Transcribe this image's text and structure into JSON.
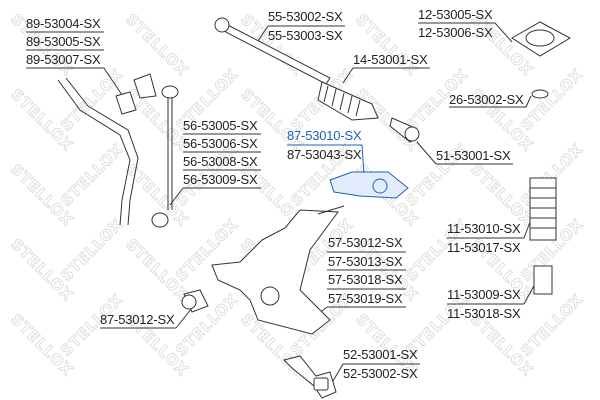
{
  "watermark": "STELLOX",
  "watermark_color": "#d8d8d8",
  "highlight_color": "#1f5fbf",
  "groups": {
    "stabilizer_bushing": [
      "89-53004-SX",
      "89-53005-SX",
      "89-53007-SX"
    ],
    "tie_rod": [
      "55-53002-SX",
      "55-53003-SX"
    ],
    "strut_mount": [
      "12-53005-SX",
      "12-53006-SX"
    ],
    "steering_boot": [
      "14-53001-SX"
    ],
    "bearing": [
      "26-53002-SX"
    ],
    "stabilizer_link": [
      "56-53005-SX",
      "56-53006-SX",
      "56-53008-SX",
      "56-53009-SX"
    ],
    "arm_bracket": [
      "87-53010-SX",
      "87-53043-SX"
    ],
    "tie_rod_end": [
      "51-53001-SX"
    ],
    "dust_boot": [
      "11-53010-SX",
      "11-53017-SX"
    ],
    "control_arm": [
      "57-53012-SX",
      "57-53013-SX",
      "57-53018-SX",
      "57-53019-SX"
    ],
    "arm_bushing": [
      "87-53012-SX"
    ],
    "bump_stop": [
      "11-53009-SX",
      "11-53018-SX"
    ],
    "ball_joint": [
      "52-53001-SX",
      "52-53002-SX"
    ]
  }
}
